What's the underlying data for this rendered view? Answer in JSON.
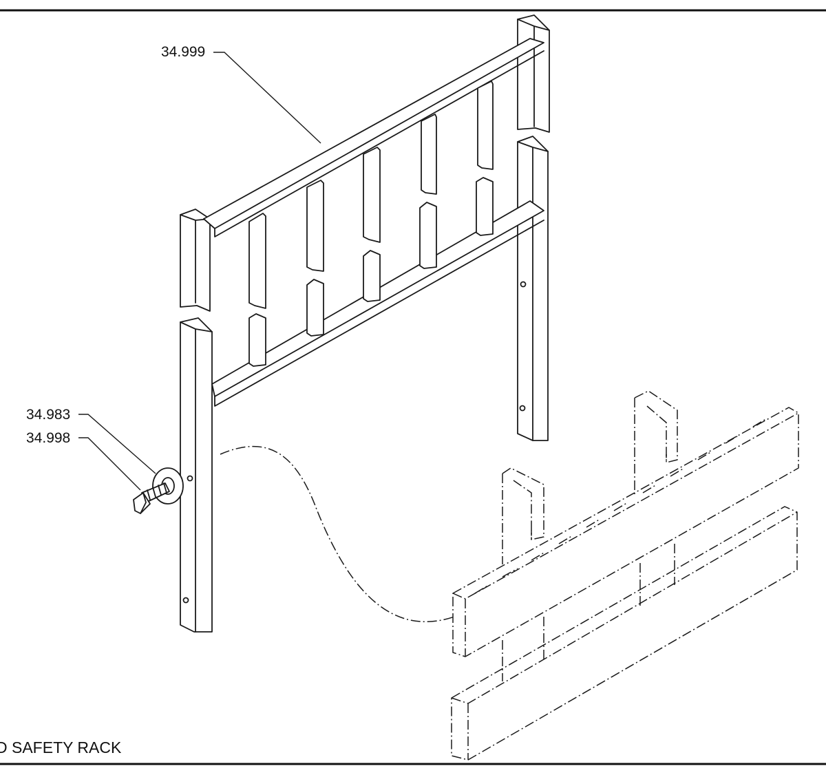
{
  "title": "D SAFETY RACK",
  "callouts": [
    {
      "part": "34.999"
    },
    {
      "part": "34.983"
    },
    {
      "part": "34.998"
    }
  ]
}
